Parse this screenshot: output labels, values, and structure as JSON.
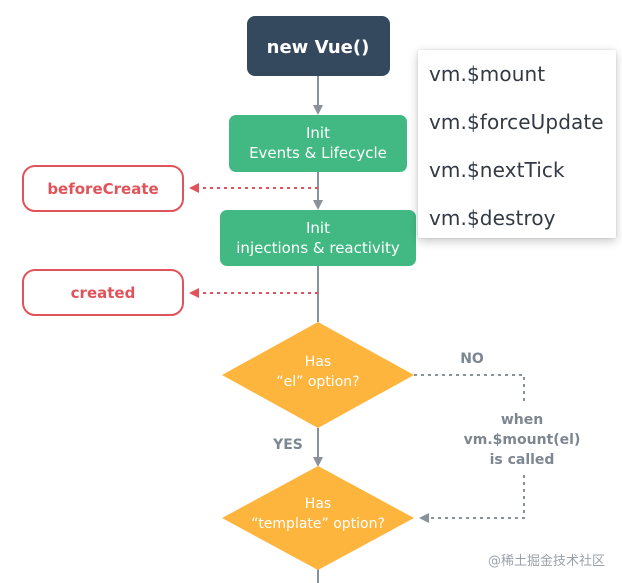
{
  "diagram": {
    "start_node": "new Vue()",
    "init_events": {
      "line1": "Init",
      "line2": "Events & Lifecycle"
    },
    "hook_before_create": "beforeCreate",
    "init_injections": {
      "line1": "Init",
      "line2": "injections & reactivity"
    },
    "hook_created": "created",
    "decision_el": {
      "line1": "Has",
      "line2": "“el” option?"
    },
    "label_no": "NO",
    "label_yes": "YES",
    "when_called": {
      "line1": "when",
      "line2": "vm.$mount(el)",
      "line3": "is called"
    },
    "decision_template": {
      "line1": "Has",
      "line2": "“template” option?"
    }
  },
  "menu": {
    "items": [
      "vm.$mount",
      "vm.$forceUpdate",
      "vm.$nextTick",
      "vm.$destroy"
    ]
  },
  "watermark": "@稀土掘金技术社区",
  "colors": {
    "dark_node": "#35495e",
    "green_node": "#42b983",
    "hook_red": "#e0535a",
    "decision_orange": "#fdb53e",
    "connector_gray": "#8a9299",
    "label_gray": "#7d8792"
  }
}
